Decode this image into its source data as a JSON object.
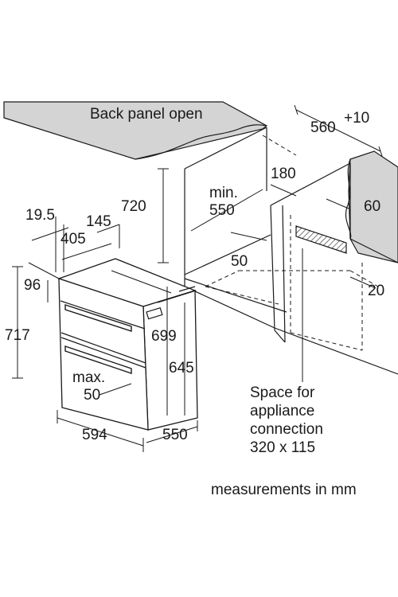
{
  "diagram": {
    "back_panel": "Back panel open",
    "dim_560": "560",
    "dim_560_tol": "+10",
    "dim_720": "720",
    "dim_min": "min.",
    "dim_550_niche": "550",
    "dim_180": "180",
    "dim_60": "60",
    "dim_19_5": "19.5",
    "dim_145": "145",
    "dim_405": "405",
    "dim_50_niche": "50",
    "dim_20": "20",
    "dim_96": "96",
    "dim_717": "717",
    "dim_699": "699",
    "dim_645": "645",
    "dim_max": "max.",
    "dim_50_door": "50",
    "dim_594": "594",
    "dim_550_depth": "550",
    "space_line1": "Space for",
    "space_line2": "appliance",
    "space_line3": "connection",
    "space_line4": "320 x 115",
    "footer_note": "measurements in mm"
  },
  "colors": {
    "line": "#1a1a1a",
    "countertop": "#d4d4d4",
    "hatch": "#555555"
  }
}
